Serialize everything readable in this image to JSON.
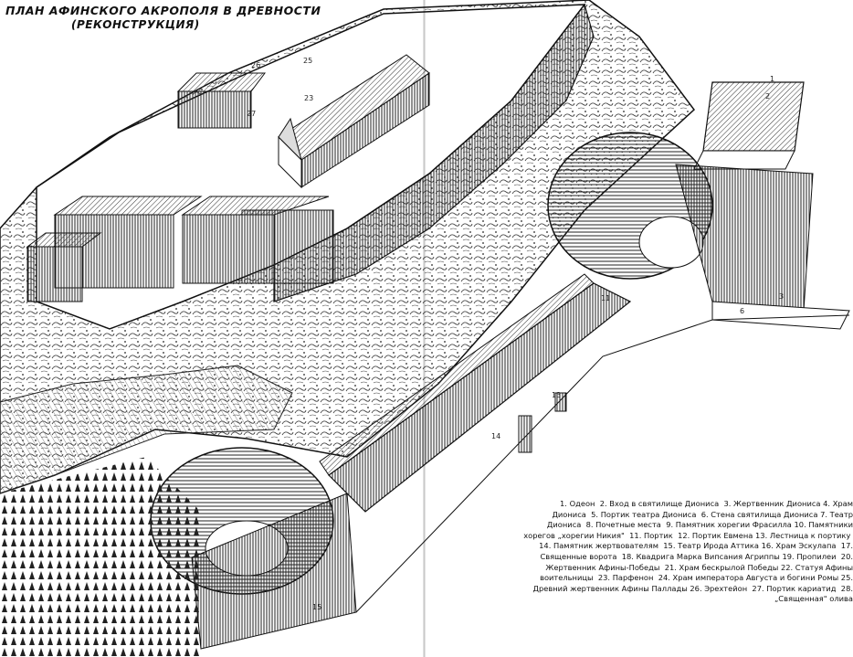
{
  "title": {
    "main": "ПЛАН АФИНСКОГО АКРОПОЛЯ В ДРЕВНОСТИ",
    "sub": "(РЕКОНСТРУКЦИЯ)"
  },
  "map_labels": [
    "1",
    "2",
    "3",
    "6",
    "11",
    "13",
    "14",
    "15",
    "23",
    "25",
    "26",
    "27"
  ],
  "legend": {
    "entries": [
      "1. Одеон",
      "2. Вход в святилище Диониса",
      "3. Жертвенник Диониса",
      "4. Храм Диониса",
      "5. Портик театра Диониса",
      "6. Стена святилища Диониса",
      "7. Театр Диониса",
      "8. Почетные места",
      "9. Памятник хорегии Фрасилла",
      "10. Памятники хорегов „хорегии Никия\"",
      "11. Портик",
      "12. Портик Евмена",
      "13. Лестница к портику",
      "14. Памятник жертвователям",
      "15. Театр Ирода Аттика",
      "16. Храм Эскулапа",
      "17. Священные ворота",
      "18. Квадрига Марка Випсания Агриппы",
      "19. Пропилеи",
      "20. Жертвенник Афины-Победы",
      "21. Храм бескрылой Победы",
      "22. Статуя Афины воительницы",
      "23. Парфенон",
      "24. Храм императора Августа и богини Ромы",
      "25. Древний жертвенник Афины Паллады",
      "26. Эрехтейон",
      "27. Портик кариатид",
      "28. „Священная\" олива"
    ]
  }
}
